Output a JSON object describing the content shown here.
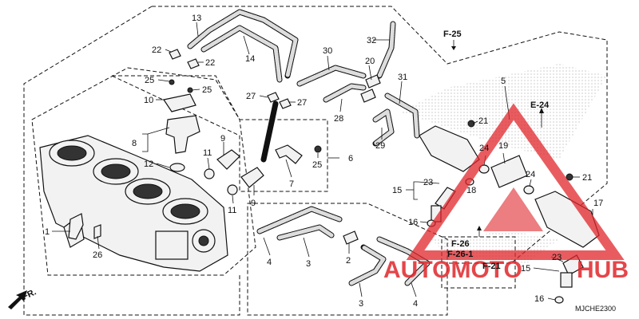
{
  "callouts": [
    {
      "id": "c13",
      "text": "13"
    },
    {
      "id": "c14",
      "text": "14"
    },
    {
      "id": "c22a",
      "text": "22"
    },
    {
      "id": "c22b",
      "text": "22"
    },
    {
      "id": "c25a",
      "text": "25"
    },
    {
      "id": "c25b",
      "text": "25"
    },
    {
      "id": "c10",
      "text": "10"
    },
    {
      "id": "c27a",
      "text": "27"
    },
    {
      "id": "c27b",
      "text": "27"
    },
    {
      "id": "c30",
      "text": "30"
    },
    {
      "id": "c20",
      "text": "20"
    },
    {
      "id": "c32",
      "text": "32"
    },
    {
      "id": "c31",
      "text": "31"
    },
    {
      "id": "c28",
      "text": "28"
    },
    {
      "id": "c29",
      "text": "29"
    },
    {
      "id": "c5",
      "text": "5"
    },
    {
      "id": "c8",
      "text": "8"
    },
    {
      "id": "c12",
      "text": "12"
    },
    {
      "id": "c11a",
      "text": "11"
    },
    {
      "id": "c9a",
      "text": "9"
    },
    {
      "id": "c7",
      "text": "7"
    },
    {
      "id": "c25c",
      "text": "25"
    },
    {
      "id": "c6",
      "text": "6"
    },
    {
      "id": "c11b",
      "text": "11"
    },
    {
      "id": "c9b",
      "text": "9"
    },
    {
      "id": "c1",
      "text": "1"
    },
    {
      "id": "c26",
      "text": "26"
    },
    {
      "id": "c21a",
      "text": "21"
    },
    {
      "id": "c24a",
      "text": "24"
    },
    {
      "id": "c19",
      "text": "19"
    },
    {
      "id": "c24b",
      "text": "24"
    },
    {
      "id": "c21b",
      "text": "21"
    },
    {
      "id": "c23a",
      "text": "23"
    },
    {
      "id": "c15a",
      "text": "15"
    },
    {
      "id": "c18",
      "text": "18"
    },
    {
      "id": "c17",
      "text": "17"
    },
    {
      "id": "c16a",
      "text": "16"
    },
    {
      "id": "c4a",
      "text": "4"
    },
    {
      "id": "c3a",
      "text": "3"
    },
    {
      "id": "c2",
      "text": "2"
    },
    {
      "id": "c3b",
      "text": "3"
    },
    {
      "id": "c4b",
      "text": "4"
    },
    {
      "id": "c23b",
      "text": "23"
    },
    {
      "id": "c15b",
      "text": "15"
    },
    {
      "id": "c16b",
      "text": "16"
    }
  ],
  "refs": {
    "f25": "F-25",
    "e24": "E-24",
    "f26": "F-26",
    "f261": "F-26-1",
    "f21": "F-21",
    "fr": "FR."
  },
  "diagram_code": "MJCHE2300",
  "watermark": {
    "left": "AUTOMOTO",
    "right": "HUB"
  },
  "colors": {
    "watermark": "#e0262b",
    "line": "#111111"
  }
}
